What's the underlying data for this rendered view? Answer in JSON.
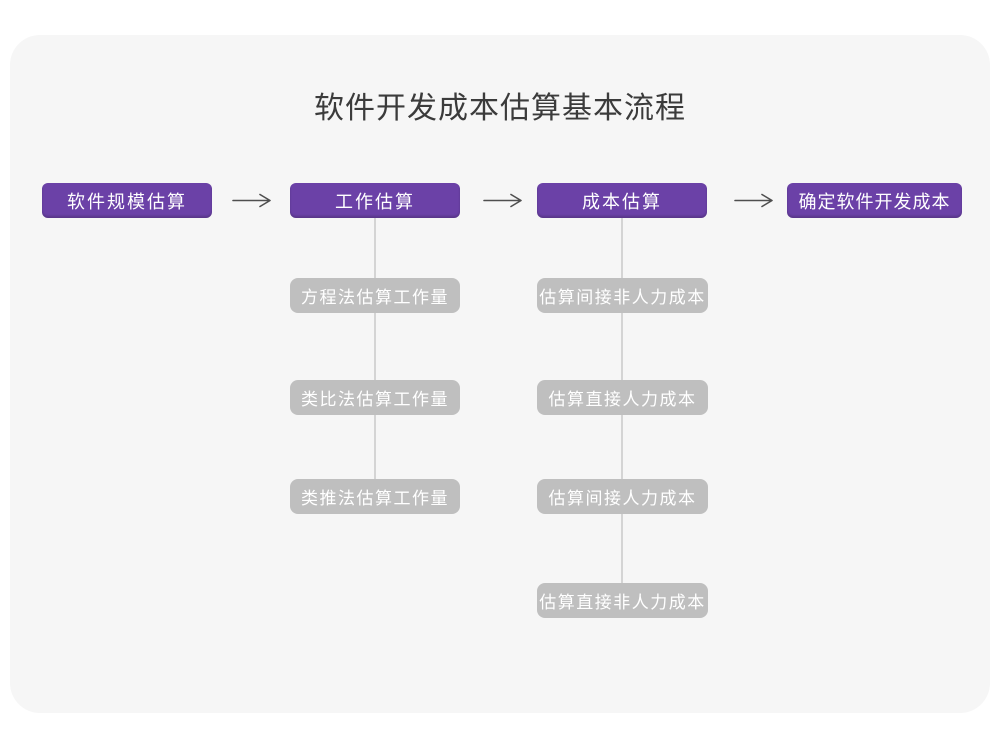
{
  "title": "软件开发成本估算基本流程",
  "palette": {
    "page_bg": "#FFFFFF",
    "canvas_bg": "#F6F6F6",
    "stage_fill": "#6B41A7",
    "sub_step_fill": "#BFBFBF",
    "box_text": "#FFFFFF",
    "connector_line": "#D4D4D4",
    "arrow": "#4F4F4F",
    "title_text": "#3B3B3B"
  },
  "flow": {
    "stages": [
      {
        "label": "软件规模估算"
      },
      {
        "label": "工作估算",
        "children": [
          "方程法估算工作量",
          "类比法估算工作量",
          "类推法估算工作量"
        ]
      },
      {
        "label": "成本估算",
        "children": [
          "估算间接非人力成本",
          "估算直接人力成本",
          "估算间接人力成本",
          "估算直接非人力成本"
        ]
      },
      {
        "label": "确定软件开发成本"
      }
    ]
  }
}
